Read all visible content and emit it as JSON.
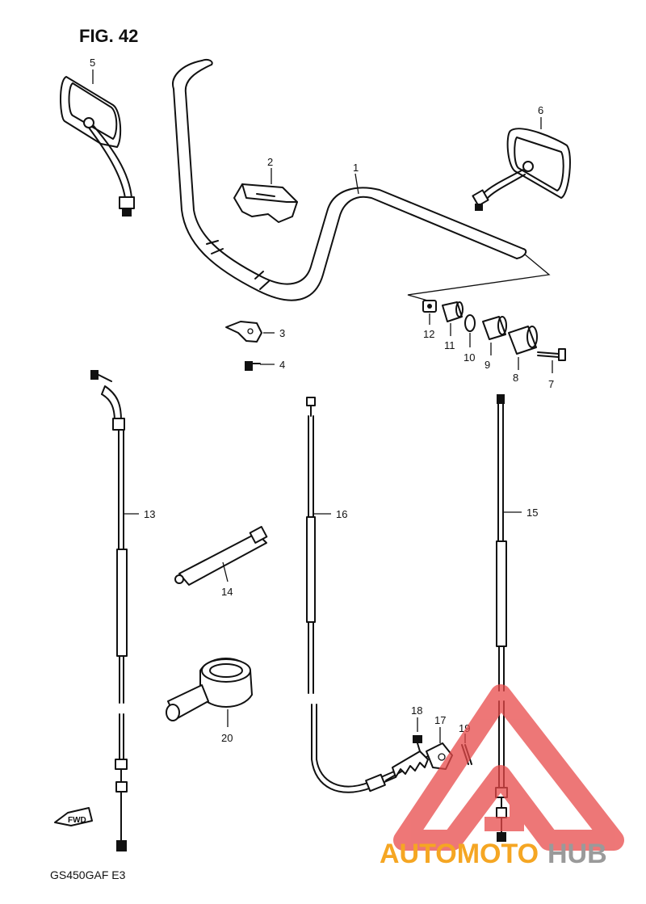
{
  "figure": {
    "title": "FIG. 42",
    "model": "GS450GAF  E3"
  },
  "callouts": [
    "1",
    "2",
    "3",
    "4",
    "5",
    "6",
    "7",
    "8",
    "9",
    "10",
    "11",
    "12",
    "13",
    "14",
    "15",
    "16",
    "17",
    "18",
    "19",
    "20"
  ],
  "fwd_label": "FWD",
  "watermark": {
    "part1": "AUTOMOTO",
    "part2": "HUB",
    "color1": "#f5a623",
    "color2": "#9a9a9a",
    "logo_color": "#e84a4a"
  },
  "colors": {
    "ink": "#111111",
    "background": "#ffffff"
  }
}
